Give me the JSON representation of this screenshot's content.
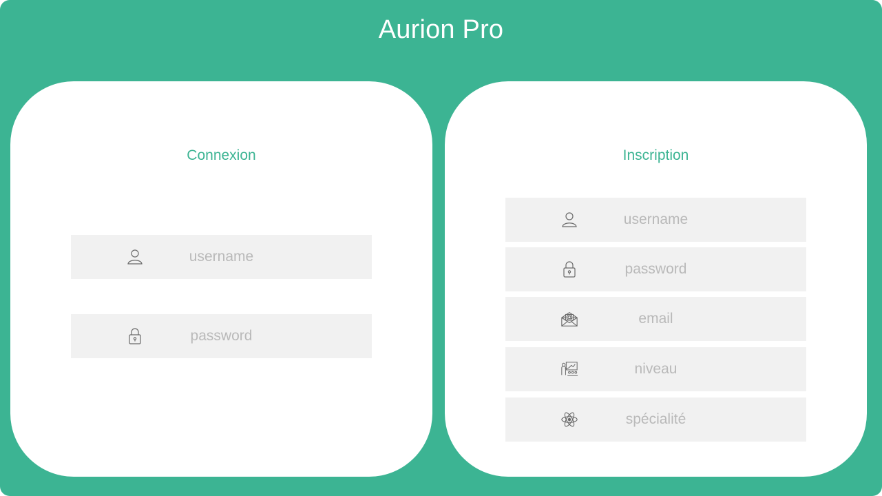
{
  "app": {
    "title": "Aurion Pro",
    "colors": {
      "accent": "#3cb493",
      "field_bg": "#f1f1f1",
      "placeholder": "#b9b9b9"
    }
  },
  "login": {
    "title": "Connexion",
    "fields": [
      {
        "placeholder": "username",
        "icon": "user-icon"
      },
      {
        "placeholder": "password",
        "icon": "lock-icon"
      }
    ]
  },
  "register": {
    "title": "Inscription",
    "fields": [
      {
        "placeholder": "username",
        "icon": "user-icon"
      },
      {
        "placeholder": "password",
        "icon": "lock-icon"
      },
      {
        "placeholder": "email",
        "icon": "envelope-icon"
      },
      {
        "placeholder": "niveau",
        "icon": "teacher-board-icon"
      },
      {
        "placeholder": "spécialité",
        "icon": "atom-icon"
      }
    ]
  }
}
